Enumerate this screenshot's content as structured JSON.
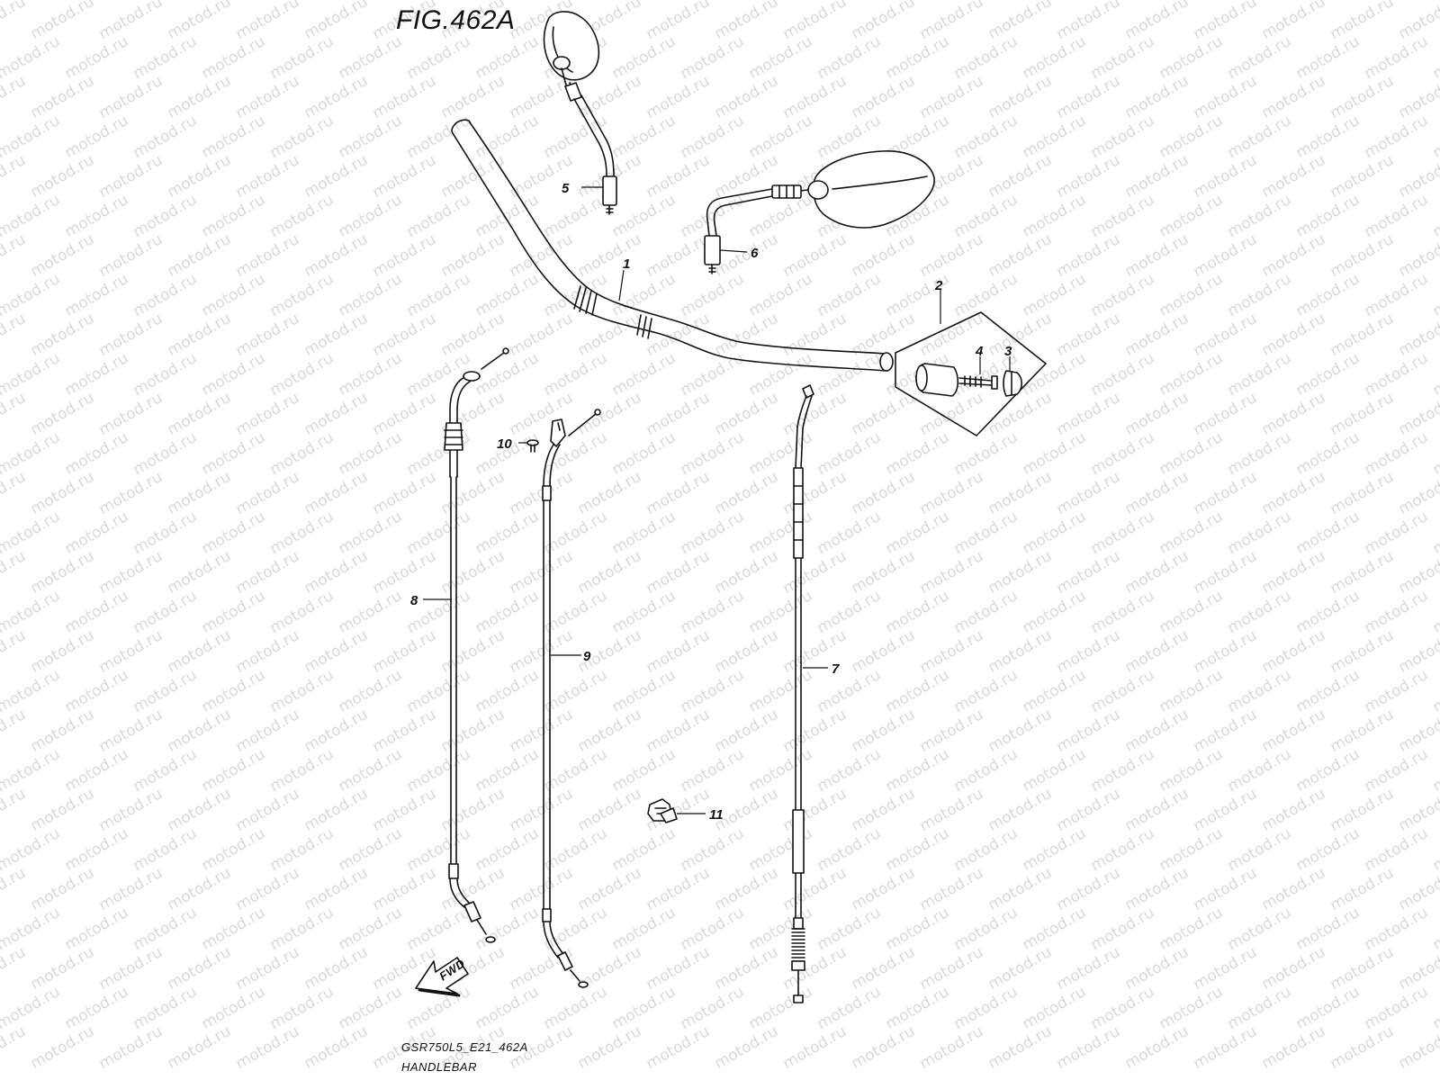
{
  "figure_title": "FIG.462A",
  "watermark": "motod.ru",
  "fwd_label": "FWD",
  "footer": {
    "code": "GSR750L5_E21_462A",
    "name": "HANDLEBAR"
  },
  "callouts": {
    "c1": "1",
    "c2": "2",
    "c3": "3",
    "c4": "4",
    "c5": "5",
    "c6": "6",
    "c7": "7",
    "c8": "8",
    "c9": "9",
    "c10": "10",
    "c11": "11"
  }
}
